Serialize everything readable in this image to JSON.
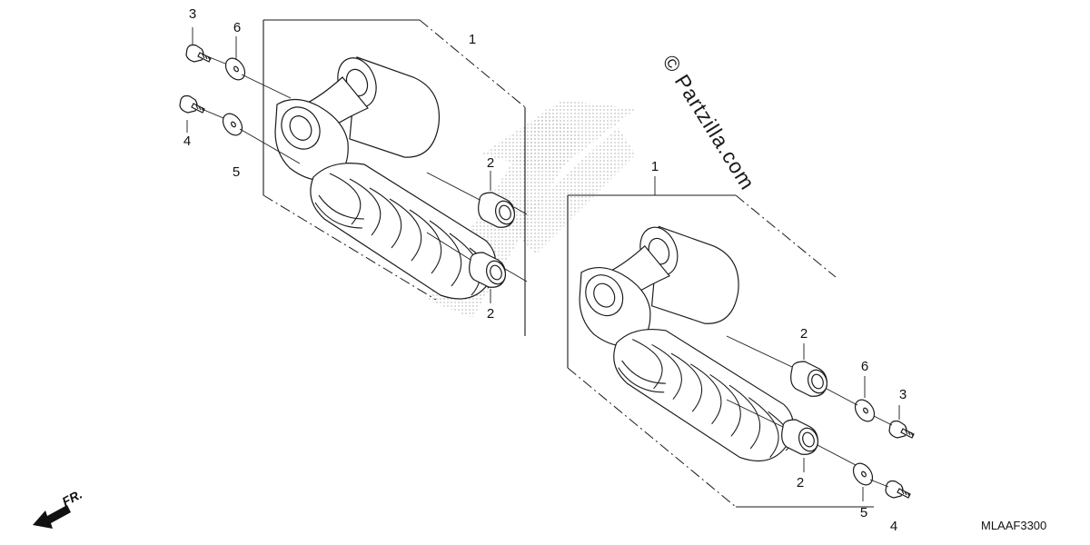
{
  "watermark": "© Partzilla.com",
  "diagram_code": "MLAAF3300",
  "direction_label": "FR.",
  "callouts": {
    "left_assembly": "1",
    "left_bush_upper": "2",
    "left_bush_lower": "2",
    "left_bolt_upper": "3",
    "left_washer_upper": "6",
    "left_bolt_lower": "4",
    "left_washer_lower": "5",
    "right_assembly": "1",
    "right_bush_upper": "2",
    "right_bush_lower": "2",
    "right_washer_upper": "6",
    "right_bolt_upper": "3",
    "right_washer_lower": "5",
    "right_bolt_lower": "4"
  }
}
